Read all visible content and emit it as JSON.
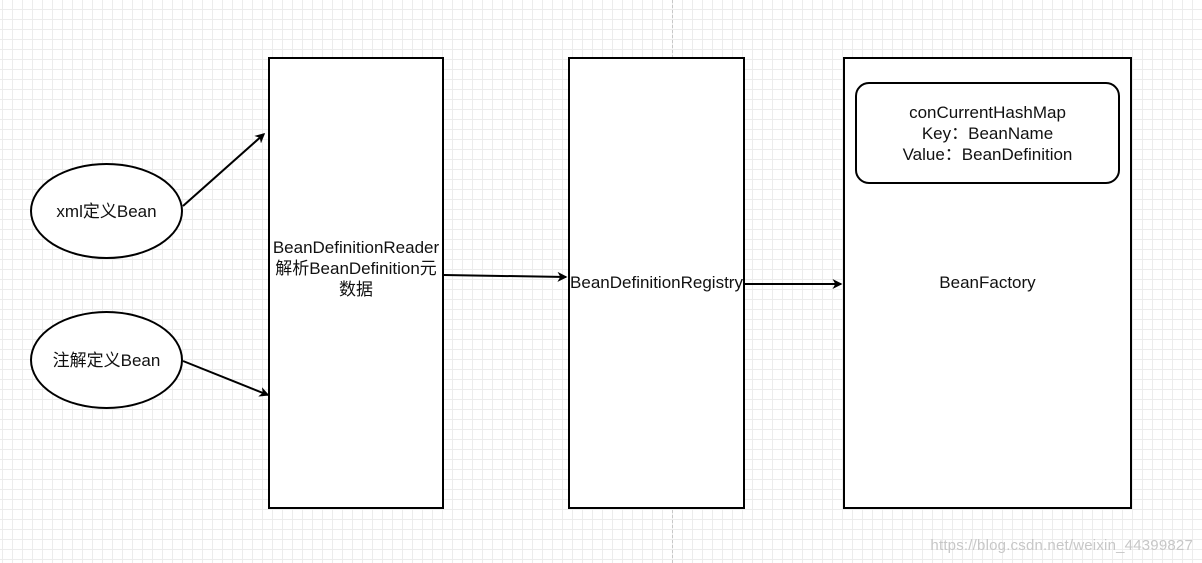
{
  "nodes": {
    "xml_bean": "xml定义Bean",
    "annotation_bean": "注解定义Bean",
    "reader": {
      "line1": "BeanDefinitionReader",
      "line2": "解析BeanDefinition元",
      "line3": "数据"
    },
    "registry": "BeanDefinitionRegistry",
    "factory": "BeanFactory",
    "hashmap": {
      "line1": "conCurrentHashMap",
      "line2": "Key：BeanName",
      "line3": "Value：BeanDefinition"
    }
  },
  "edges": [
    {
      "from": "xml_bean",
      "to": "reader"
    },
    {
      "from": "annotation_bean",
      "to": "reader"
    },
    {
      "from": "reader",
      "to": "registry"
    },
    {
      "from": "registry",
      "to": "factory"
    }
  ],
  "watermark": "https://blog.csdn.net/weixin_44399827",
  "colors": {
    "stroke": "#000000",
    "grid": "#ececec",
    "watermark": "#c7c7c7"
  }
}
